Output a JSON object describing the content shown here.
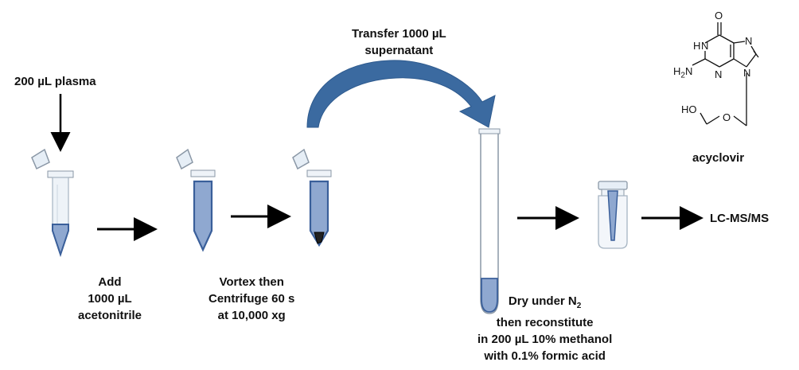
{
  "labels": {
    "plasma": "200 µL plasma",
    "add": [
      "Add",
      "1000 µL",
      "acetonitrile"
    ],
    "vortex": [
      "Vortex then",
      "Centrifuge 60 s",
      "at 10,000 xg"
    ],
    "transfer": [
      "Transfer 1000 µL",
      "supernatant"
    ],
    "dry": {
      "line1_prefix": "Dry under N",
      "line1_subscript": "2",
      "lines": [
        "then reconstitute",
        "in 200 µL 10% methanol",
        "with 0.1% formic acid"
      ]
    },
    "output": "LC-MS/MS"
  },
  "molecule": {
    "name": "acyclovir",
    "atoms": [
      "O",
      "N",
      "H",
      "N",
      "H",
      "2",
      "N",
      "N",
      "HO",
      "O"
    ]
  },
  "colors": {
    "arrow": "#000000",
    "transfer_arrow": "#3b6aa0",
    "liquid_fill": "#8fa8d0",
    "liquid_stroke": "#3a5f9a",
    "tube_outline": "#9aa6b4"
  }
}
